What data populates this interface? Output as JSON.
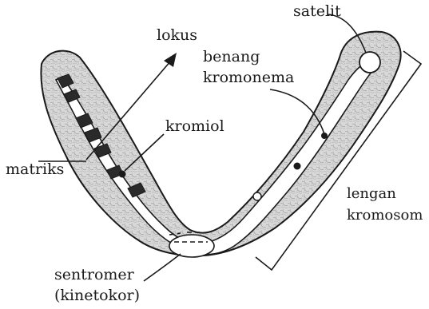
{
  "labels": {
    "lokus": "lokus",
    "satelit": "satelit",
    "benang_1": "benang",
    "benang_2": "kromonema",
    "kromiol": "kromiol",
    "matriks": "matriks",
    "lengan_1": "lengan",
    "lengan_2": "kromosom",
    "sentromer_1": "sentromer",
    "sentromer_2": "(kinetokor)"
  },
  "colors": {
    "ink": "#1a1a1a",
    "matrix_fill": "#d4d4d4",
    "band": "#2a2a2a",
    "chromatid": "#ffffff"
  }
}
